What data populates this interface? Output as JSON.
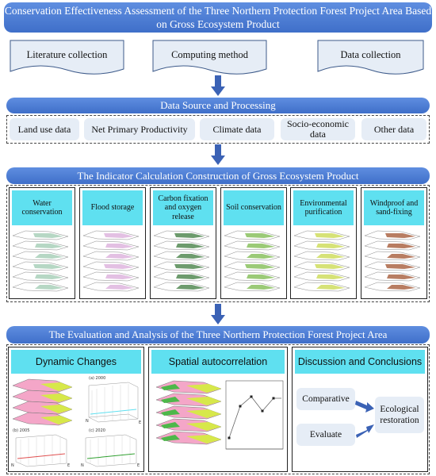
{
  "title": "Conservation Effectiveness Assessment of the Three Northern Protection Forest Project Area Based on Gross Ecosystem Product",
  "top_boxes": [
    "Literature collection",
    "Computing method",
    "Data collection"
  ],
  "data_source": {
    "heading": "Data Source and Processing",
    "items": [
      "Land use data",
      "Net Primary Productivity",
      "Climate data",
      "Socio-economic data",
      "Other data"
    ]
  },
  "indicators": {
    "heading": "The Indicator Calculation Construction of Gross Ecosystem Product",
    "items": [
      {
        "label": "Water conservation",
        "map_color": "#2e8b57"
      },
      {
        "label": "Flood storage",
        "map_color": "#b04ab0"
      },
      {
        "label": "Carbon fixation and oxygen release",
        "map_color": "#3c7a3c"
      },
      {
        "label": "Soil conservation",
        "map_color": "#7ab84a"
      },
      {
        "label": "Environmental purification",
        "map_color": "#c8d84a"
      },
      {
        "label": "Windproof and sand-fixing",
        "map_color": "#a0522d"
      }
    ]
  },
  "evaluation": {
    "heading": "The  Evaluation and Analysis of the Three Northern Protection Forest Project Area",
    "panels": {
      "dynamic": {
        "title": "Dynamic Changes",
        "cube_labels": [
          "(a) 2000",
          "(b) 2005",
          "(c) 2020"
        ],
        "axis_labels": [
          "N",
          "E",
          "N",
          "E",
          "N",
          "E"
        ]
      },
      "spatial": {
        "title": "Spatial autocorrelation"
      },
      "discussion": {
        "title": "Discussion and Conclusions",
        "boxes": [
          "Comparative",
          "Evaluate",
          "Ecological restoration"
        ]
      }
    }
  },
  "colors": {
    "banner": "#4a7bd6",
    "header_cyan": "#5fe0f0",
    "pale_box": "#e6edf6",
    "arrow": "#3b62b5"
  }
}
